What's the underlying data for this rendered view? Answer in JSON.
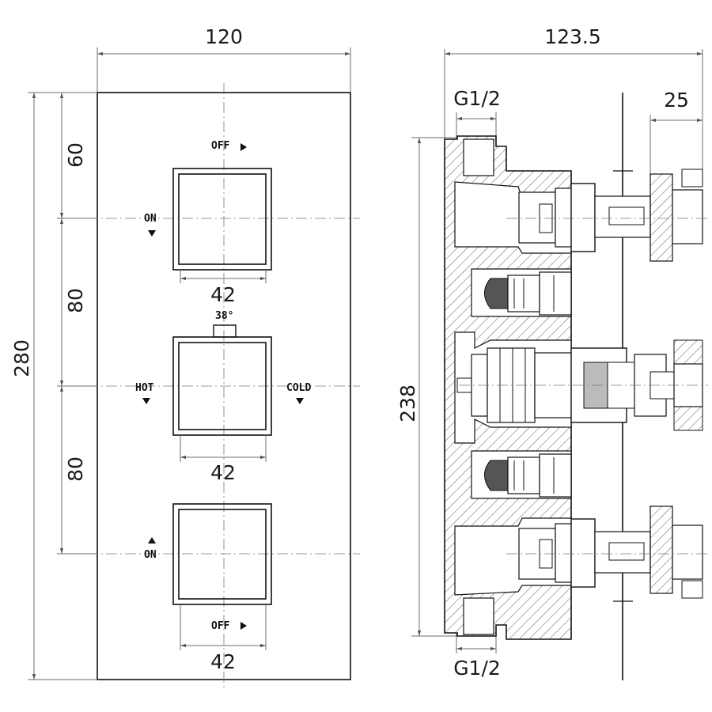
{
  "front_view": {
    "width": "120",
    "height": "280",
    "spacing_top": "60",
    "spacing_middle": "80",
    "spacing_bottom": "80",
    "knob_width_top": "42",
    "knob_width_middle": "42",
    "knob_width_bottom": "42",
    "label_off_top": "OFF",
    "label_on_top": "ON",
    "label_temp": "38°",
    "label_hot": "HOT",
    "label_cold": "COLD",
    "label_on_bottom": "ON",
    "label_off_bottom": "OFF"
  },
  "side_view": {
    "depth": "123.5",
    "body_height": "238",
    "projection": "25",
    "inlet_top": "G1/2",
    "inlet_bottom": "G1/2"
  }
}
